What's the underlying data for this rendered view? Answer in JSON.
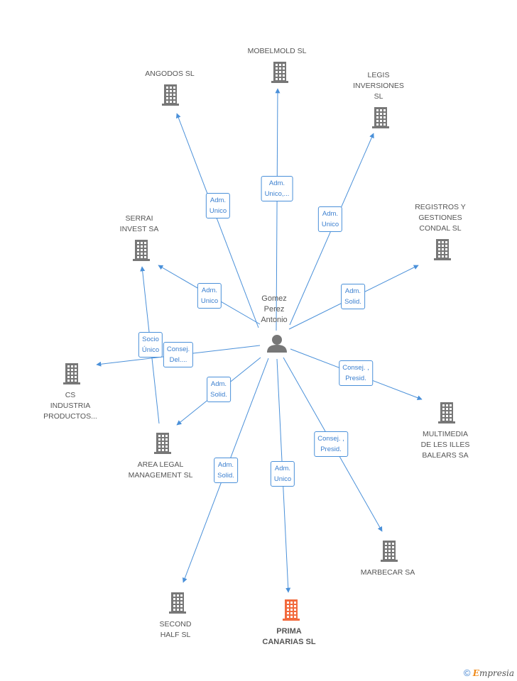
{
  "colors": {
    "edge": "#4a90d9",
    "building": "#777777",
    "building_main": "#f26a3d",
    "person": "#777777"
  },
  "center": {
    "label": "Gomez\nPerez\nAntonio",
    "icon": "person-icon"
  },
  "nodes": [
    {
      "id": "mobelmold",
      "label": "MOBELMOLD  SL",
      "icon": "building-icon"
    },
    {
      "id": "angodos",
      "label": "ANGODOS SL",
      "icon": "building-icon"
    },
    {
      "id": "legis",
      "label": "LEGIS\nINVERSIONES\nSL",
      "icon": "building-icon"
    },
    {
      "id": "serrai",
      "label": "SERRAI\nINVEST SA",
      "icon": "building-icon"
    },
    {
      "id": "registros",
      "label": "REGISTROS Y\nGESTIONES\nCONDAL SL",
      "icon": "building-icon"
    },
    {
      "id": "cs",
      "label": "CS\nINDUSTRIA\nPRODUCTOS...",
      "icon": "building-icon"
    },
    {
      "id": "area",
      "label": "AREA LEGAL\nMANAGEMENT SL",
      "icon": "building-icon"
    },
    {
      "id": "multimedia",
      "label": "MULTIMEDIA\nDE LES ILLES\nBALEARS SA",
      "icon": "building-icon"
    },
    {
      "id": "marbecar",
      "label": "MARBECAR SA",
      "icon": "building-icon"
    },
    {
      "id": "second",
      "label": "SECOND\nHALF SL",
      "icon": "building-icon"
    },
    {
      "id": "prima",
      "label": "PRIMA\nCANARIAS SL",
      "icon": "building-icon",
      "main": true
    }
  ],
  "edges": [
    {
      "to": "mobelmold",
      "label": "Adm.\nUnico,..."
    },
    {
      "to": "angodos",
      "label": "Adm.\nUnico"
    },
    {
      "to": "legis",
      "label": "Adm.\nUnico"
    },
    {
      "to": "serrai",
      "label": "Adm.\nUnico"
    },
    {
      "to": "registros",
      "label": "Adm.\nSolid."
    },
    {
      "to": "cs",
      "label": "Consej.\nDel...."
    },
    {
      "to": "area",
      "label": "Adm.\nSolid."
    },
    {
      "to": "multimedia",
      "label": "Consej. ,\nPresid."
    },
    {
      "to": "marbecar",
      "label": "Consej. ,\nPresid."
    },
    {
      "to": "second",
      "label": "Adm.\nSolid."
    },
    {
      "to": "prima",
      "label": "Adm.\nUnico"
    },
    {
      "from": "area",
      "to": "serrai",
      "label": "Socio\nÚnico"
    }
  ],
  "footer": {
    "copyright": "©",
    "brand_initial": "E",
    "brand_rest": "mpresia"
  }
}
